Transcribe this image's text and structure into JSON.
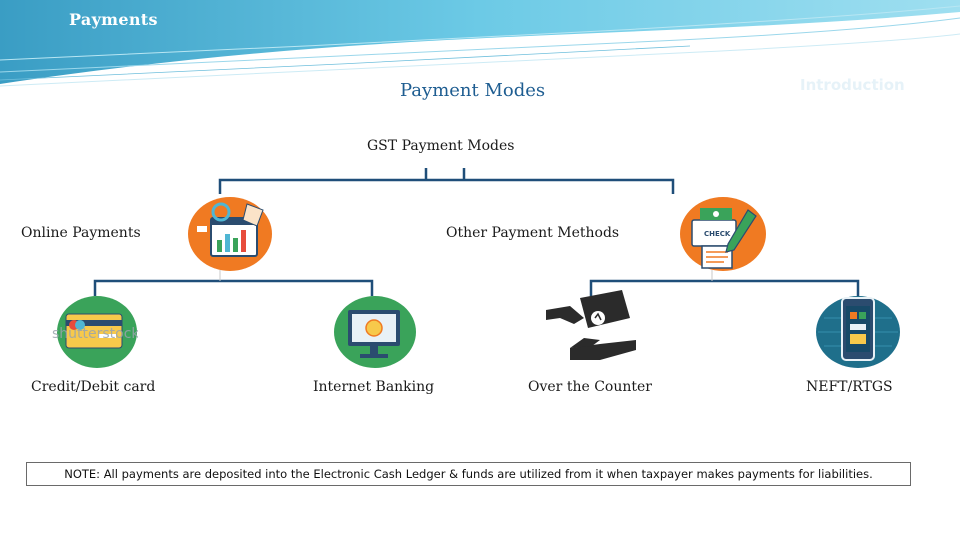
{
  "header": {
    "title": "Payments",
    "ghost_label": "Introduction"
  },
  "main_title": "Payment Modes",
  "tree": {
    "root": "GST Payment Modes",
    "online": "Online Payments",
    "other": "Other Payment Methods",
    "credit_debit": "Credit/Debit card",
    "internet_banking": "Internet Banking",
    "over_counter": "Over the Counter",
    "neft_rtgs": "NEFT/RTGS"
  },
  "watermark": "shutterstock",
  "note": "NOTE: All payments are deposited into the Electronic Cash Ledger & funds are utilized from it when taxpayer makes payments for liabilities.",
  "colors": {
    "title_blue": "#1e5d91",
    "line_blue": "#1f4e79",
    "accent_orange": "#f07a22",
    "accent_green": "#3aa35a",
    "header_teal": "#4fb6d3"
  },
  "icons": [
    "analytics-icon",
    "check-pen-icon",
    "credit-card-icon",
    "monitor-coin-icon",
    "hand-card-icon",
    "mobile-phone-icon"
  ]
}
